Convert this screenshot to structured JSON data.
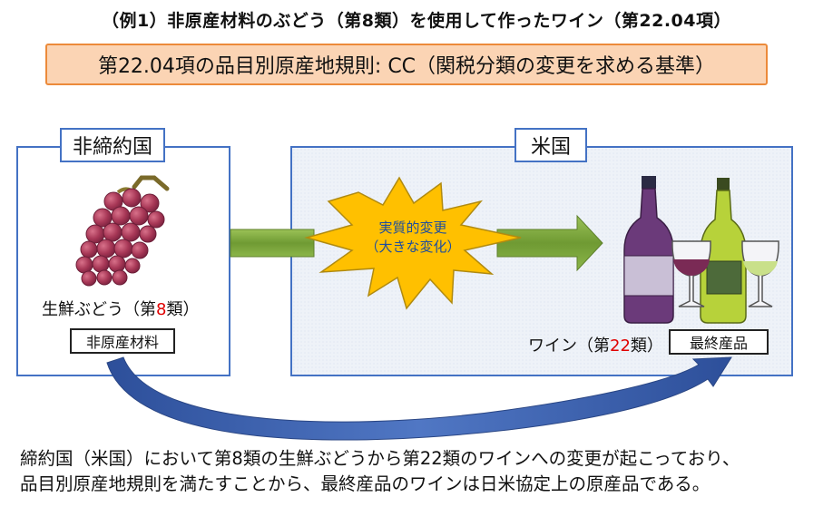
{
  "title": "（例1）非原産材料のぶどう（第8類）を使用して作ったワイン（第22.04項）",
  "rule_banner": "第22.04項の品目別原産地規則: CC（関税分類の変更を求める基準）",
  "nonparty": {
    "label": "非締約国",
    "product_prefix": "生鮮ぶどう（第",
    "product_chapter": "8",
    "product_suffix": "類）",
    "tag": "非原産材料"
  },
  "us": {
    "label": "米国",
    "product_prefix": "ワイン（第",
    "product_chapter": "22",
    "product_suffix": "類）",
    "tag": "最終産品"
  },
  "transformation": {
    "line1": "実質的変更",
    "line2": "（大きな変化）"
  },
  "conclusion": {
    "line1": "締約国（米国）において第8類の生鮮ぶどうから第22類のワインへの変更が起こっており、",
    "line2": "品目別原産地規則を満たすことから、最終産品のワインは日米協定上の原産品である。"
  },
  "colors": {
    "box_border": "#4472c4",
    "banner_fill": "#fbd4b4",
    "banner_border": "#ec8a3a",
    "arrow_green": "#77a03a",
    "burst_fill": "#ffc000",
    "curve_blue": "#3f64b0",
    "highlight_red": "#e00000"
  }
}
